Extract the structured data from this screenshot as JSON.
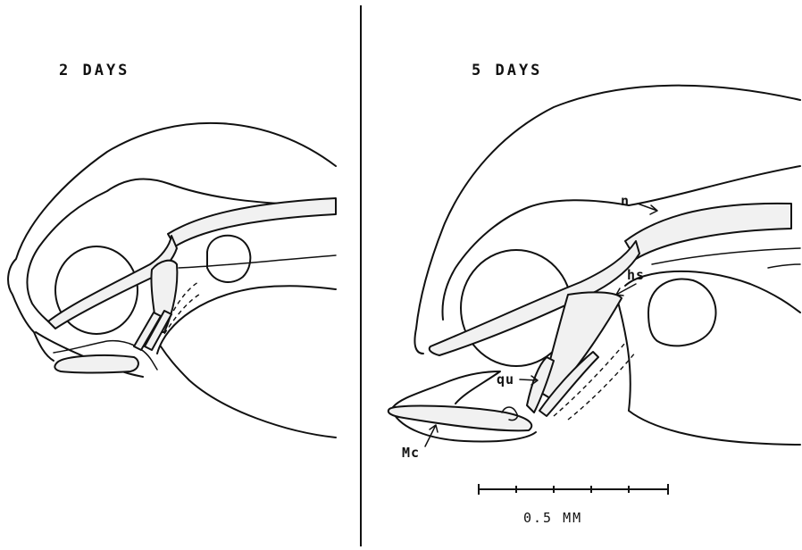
{
  "panels": [
    {
      "id": "day2",
      "title": "2 DAYS"
    },
    {
      "id": "day5",
      "title": "5 DAYS"
    }
  ],
  "labels": {
    "notochord": "n",
    "hyosymplectic": "hs",
    "quadrate": "qu",
    "meckels_cartilage": "Mc"
  },
  "scale_bar": {
    "label": "0.5 MM",
    "divisions": 5
  }
}
